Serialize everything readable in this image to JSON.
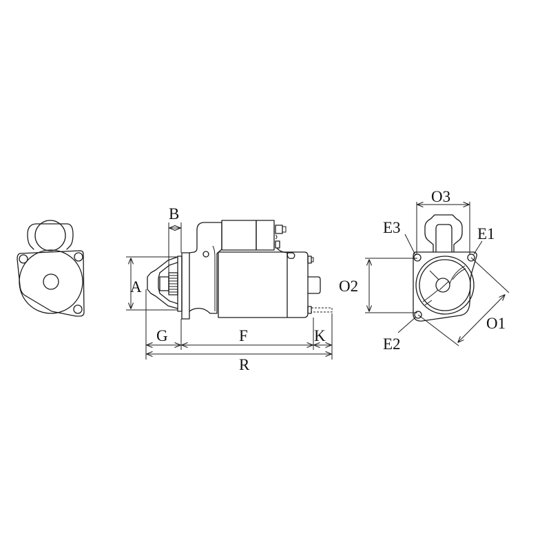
{
  "diagram": {
    "subject": "Starter motor dimension drawing",
    "views": [
      "rear-end-view",
      "side-view",
      "front-flange-view"
    ],
    "line_color": "#1a1a1a",
    "background": "#ffffff",
    "labels": {
      "A": "A",
      "B": "B",
      "G": "G",
      "F": "F",
      "K": "K",
      "R": "R",
      "O1": "O1",
      "O2": "O2",
      "O3": "O3",
      "E1": "E1",
      "E2": "E2",
      "E3": "E3"
    }
  }
}
